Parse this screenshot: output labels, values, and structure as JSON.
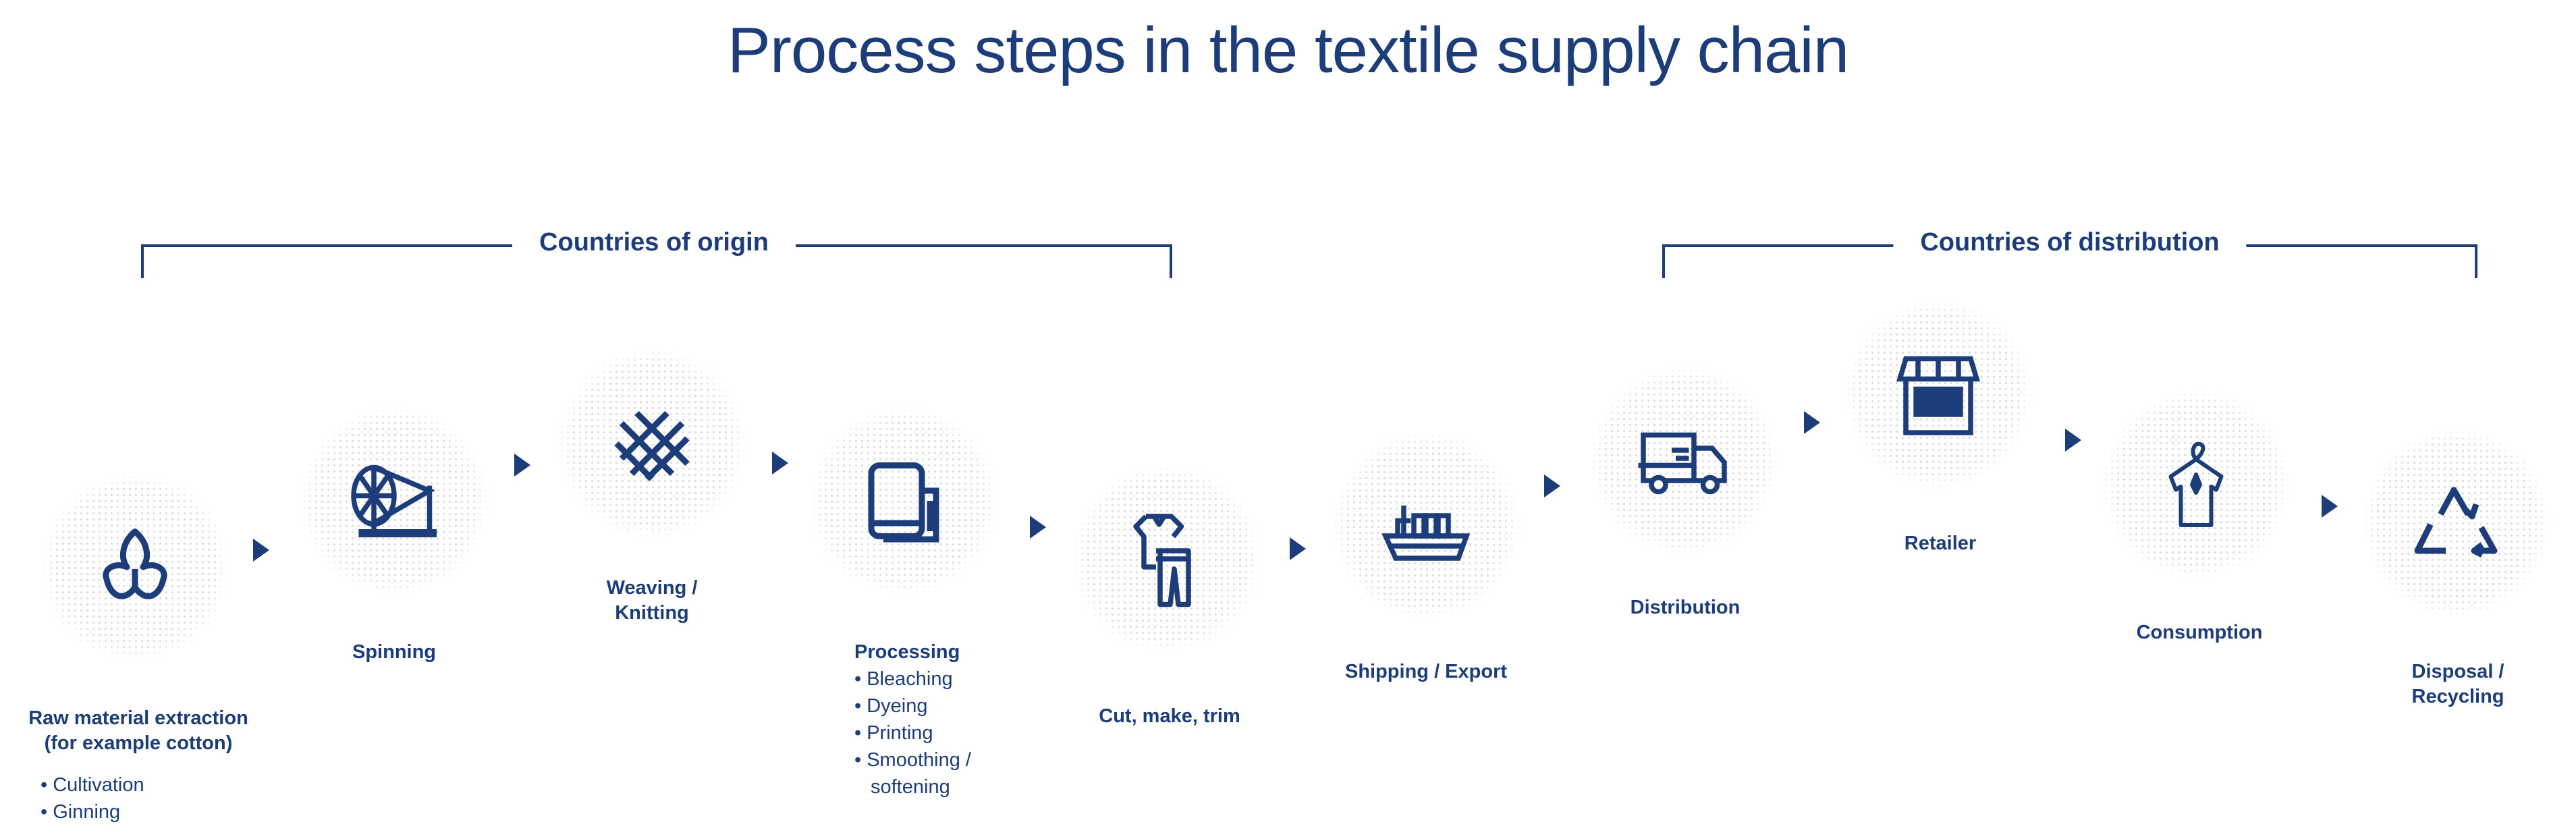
{
  "title": "Process steps in the textile supply chain",
  "groups": {
    "origin": "Countries of origin",
    "distribution": "Countries of distribution"
  },
  "steps": [
    {
      "icon": "cotton-icon",
      "label_1": "Raw material extraction",
      "label_2": "(for example cotton)",
      "bullets": [
        "• Cultivation",
        "• Ginning"
      ]
    },
    {
      "icon": "spinning-wheel-icon",
      "label_1": "Spinning"
    },
    {
      "icon": "weaving-icon",
      "label_1": "Weaving /",
      "label_2": "Knitting"
    },
    {
      "icon": "fabric-roll-icon",
      "label_1": "Processing",
      "bullets": [
        "• Bleaching",
        "• Dyeing",
        "• Printing",
        "• Smoothing /",
        "softening"
      ]
    },
    {
      "icon": "clothing-icon",
      "label_1": "Cut, make, trim"
    },
    {
      "icon": "ship-icon",
      "label_1": "Shipping / Export"
    },
    {
      "icon": "truck-icon",
      "label_1": "Distribution"
    },
    {
      "icon": "store-icon",
      "label_1": "Retailer"
    },
    {
      "icon": "shirt-hanger-icon",
      "label_1": "Consumption"
    },
    {
      "icon": "recycle-icon",
      "label_1": "Disposal /",
      "label_2": "Recycling"
    }
  ],
  "colors": {
    "primary": "#1d3d7a",
    "dots": "#dcdcdc"
  }
}
